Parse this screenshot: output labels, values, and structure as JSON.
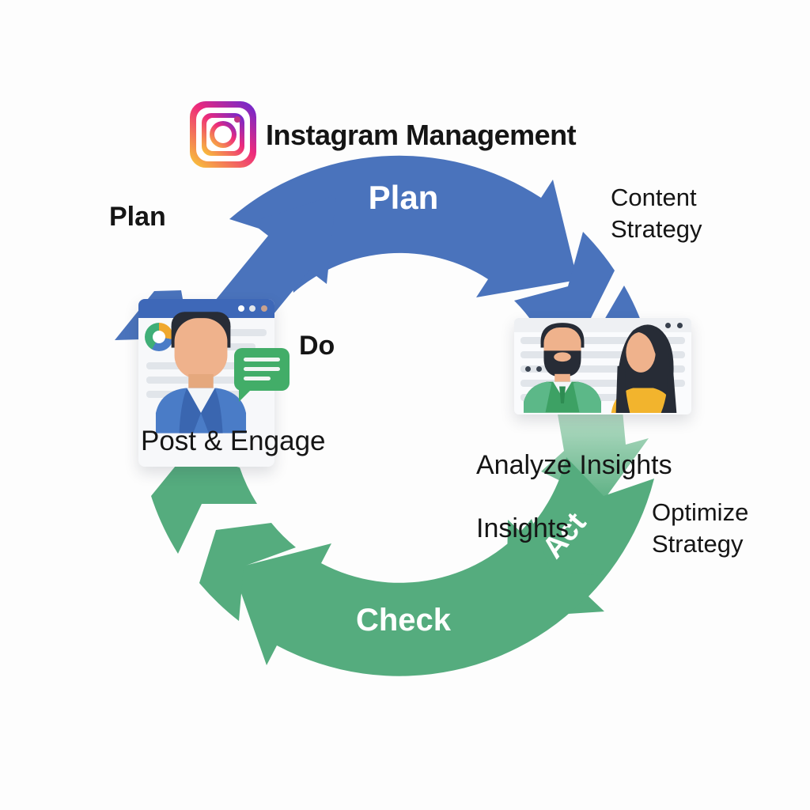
{
  "header": {
    "title": "Instagram Management",
    "icon": "instagram-logo"
  },
  "labels": {
    "band_plan": "Plan",
    "band_check": "Check",
    "band_act": "Act",
    "stage_plan": "Plan",
    "stage_do": "Do",
    "content_strategy": "Content Strategy",
    "post_engage": "Post & Engage",
    "analyze_line1": "Analyze Insights",
    "analyze_line2": "Insights",
    "optimize_strategy": "Optimize Strategy"
  },
  "colors": {
    "blue": "#4a73bc",
    "green": "#55ac7e",
    "green_light_top": "#c2e3cf",
    "green_light_bottom": "#5cb083",
    "bubble_green": "#42ad68",
    "suit_blue": "#4a7cc7",
    "suit_blue_dark": "#3a66b0",
    "suit_green": "#3da164",
    "tie_green": "#2e8c52",
    "yellow": "#f2b42d",
    "skin": "#efb28c",
    "hair": "#272c36",
    "card_line": "#e1e5ea",
    "header_blue": "#3e68b8",
    "text_dark": "#151515"
  }
}
